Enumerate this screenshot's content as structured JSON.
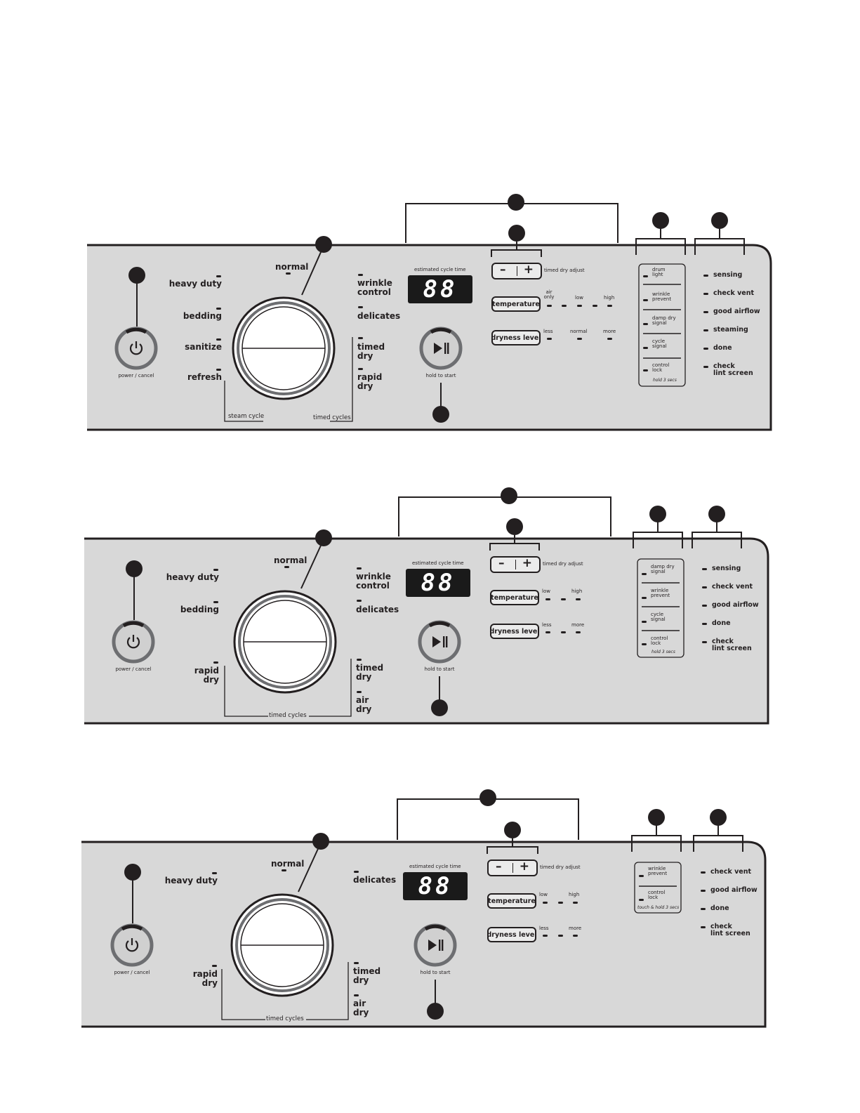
{
  "common": {
    "normal": "normal",
    "heavy_duty": "heavy duty",
    "bedding": "bedding",
    "delicates": "delicates",
    "estimated_cycle_time": "estimated cycle time",
    "display_digits": "88",
    "timed_dry_adjust": "timed dry adjust",
    "minus": "–",
    "plus": "+",
    "temperature": "temperature",
    "dryness_level": "dryness level",
    "power_cancel": "power / cancel",
    "hold_to_start": "hold to start",
    "timed_cycles": "timed cycles",
    "low": "low",
    "high": "high",
    "less": "less",
    "more": "more",
    "check_vent": "check vent",
    "good_airflow": "good airflow",
    "done": "done",
    "check": "check",
    "lint_screen": "lint screen",
    "control": "control",
    "lock": "lock",
    "wrinkle": "wrinkle",
    "prevent": "prevent",
    "cycle": "cycle",
    "signal": "signal"
  },
  "panel1": {
    "sanitize": "sanitize",
    "refresh": "refresh",
    "wrinkle": "wrinkle",
    "control": "control",
    "timed": "timed",
    "dry": "dry",
    "rapid": "rapid",
    "steam_cycle": "steam cycle",
    "air": "air",
    "only": "only",
    "normal": "normal",
    "drum": "drum",
    "light": "light",
    "damp_dry": "damp dry",
    "hold_3_secs": "hold 3 secs",
    "sensing": "sensing",
    "steaming": "steaming"
  },
  "panel2": {
    "rapid": "rapid",
    "dry": "dry",
    "timed": "timed",
    "air": "air",
    "wrinkle": "wrinkle",
    "control": "control",
    "damp_dry": "damp dry",
    "hold_3_secs": "hold 3 secs",
    "sensing": "sensing"
  },
  "panel3": {
    "rapid": "rapid",
    "dry": "dry",
    "timed": "timed",
    "air": "air",
    "touch_hold": "touch & hold 3 secs"
  },
  "colors": {
    "panel_fill": "#d8d8d8",
    "outline": "#231f20",
    "display_bg": "#1a1a1a"
  }
}
